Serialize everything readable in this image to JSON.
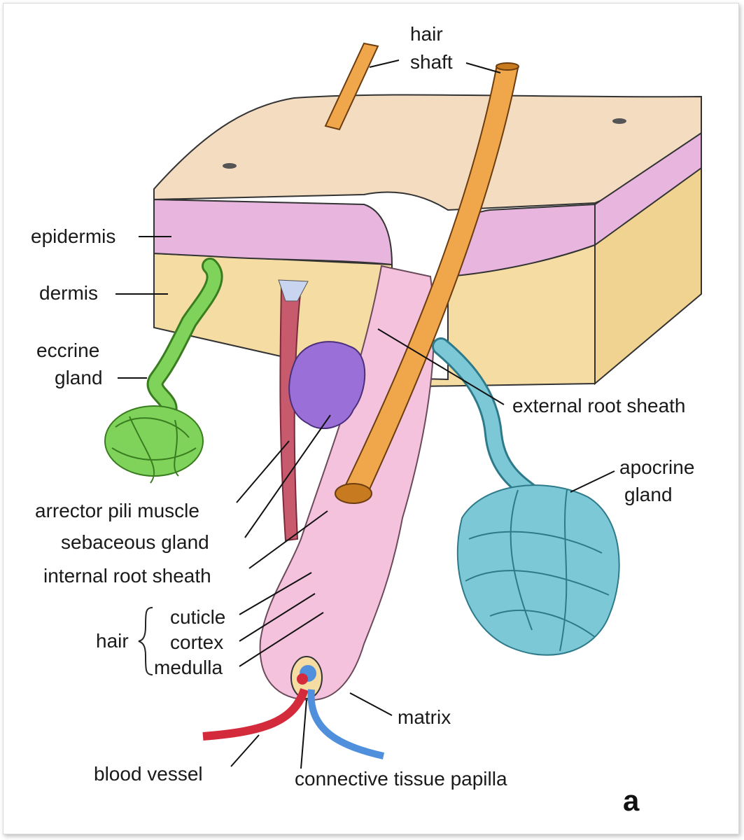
{
  "labels": {
    "hair_shaft_1": "hair",
    "hair_shaft_2": "shaft",
    "epidermis": "epidermis",
    "dermis": "dermis",
    "eccrine_1": "eccrine",
    "eccrine_2": "gland",
    "external_root_sheath": "external root sheath",
    "apocrine_1": "apocrine",
    "apocrine_2": "gland",
    "arrector_pili": "arrector pili muscle",
    "sebaceous": "sebaceous gland",
    "internal_root_sheath": "internal root sheath",
    "hair": "hair",
    "cuticle": "cuticle",
    "cortex": "cortex",
    "medulla": "medulla",
    "matrix": "matrix",
    "blood_vessel": "blood vessel",
    "papilla": "connective tissue papilla",
    "figure_letter": "a"
  },
  "colors": {
    "epidermis_surface": "#f3dcc0",
    "epidermis_layer": "#e7b5dd",
    "dermis": "#f4dca3",
    "hair_shaft": "#f0a64a",
    "follicle": "#f4c2dd",
    "sebaceous": "#9b6fd8",
    "eccrine": "#7fd35a",
    "apocrine": "#7cc8d6",
    "muscle": "#c85a6e",
    "artery": "#d42b3c",
    "vein": "#4f8fdc"
  }
}
